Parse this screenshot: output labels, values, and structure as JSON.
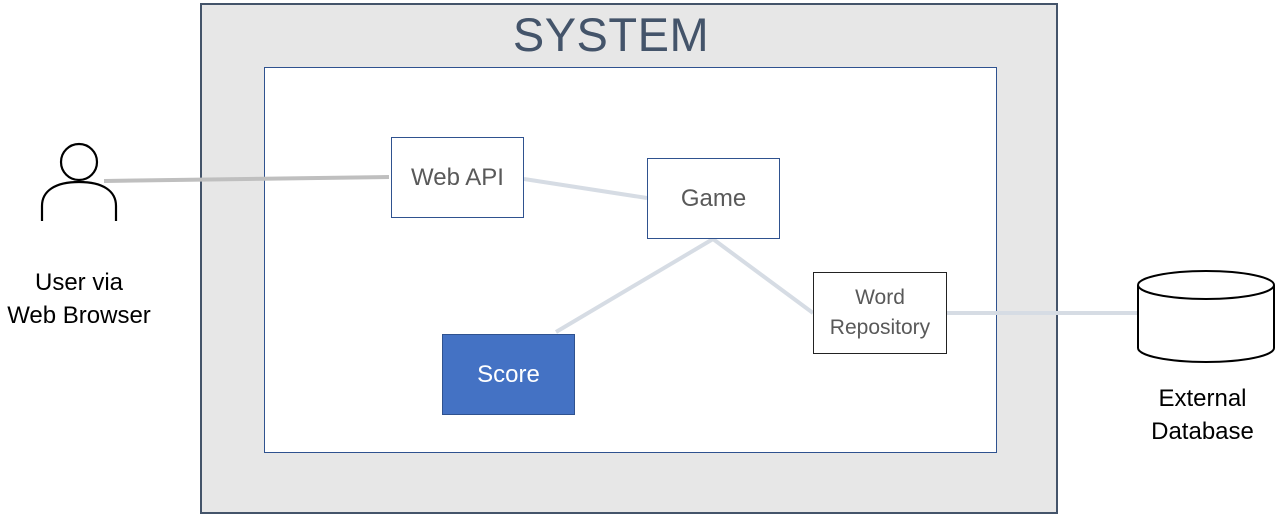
{
  "system": {
    "title": "SYSTEM"
  },
  "components": {
    "web_api": "Web API",
    "game": "Game",
    "word_repository_line1": "Word",
    "word_repository_line2": "Repository",
    "score": "Score"
  },
  "actors": {
    "user_line1": "User via",
    "user_line2": "Web Browser"
  },
  "external": {
    "database_line1": "External",
    "database_line2": "Database"
  },
  "icons": {
    "user": "person-icon",
    "database": "database-cylinder-icon"
  },
  "colors": {
    "system_background": "#e7e7e7",
    "system_border": "#44546a",
    "component_border": "#2f528f",
    "score_fill": "#4472c4",
    "connector": "#d6dce4",
    "user_connector": "#bfbfbf"
  }
}
